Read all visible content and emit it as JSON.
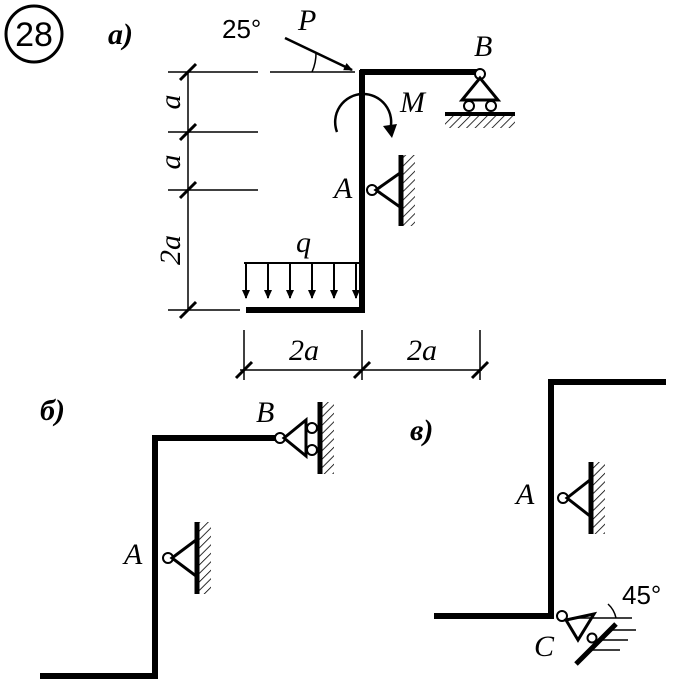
{
  "problem_number": "28",
  "fig_a": {
    "title": "а)",
    "angle": "25°",
    "force": "P",
    "moment": "M",
    "support_b": "B",
    "support_a": "A",
    "load": "q",
    "dim_v1": "a",
    "dim_v2": "a",
    "dim_v3": "2a",
    "dim_h1": "2a",
    "dim_h2": "2a"
  },
  "fig_b": {
    "title": "б)",
    "support_b": "B",
    "support_a": "A"
  },
  "fig_c": {
    "title": "в)",
    "support_a": "A",
    "support_c": "C",
    "angle": "45°"
  }
}
